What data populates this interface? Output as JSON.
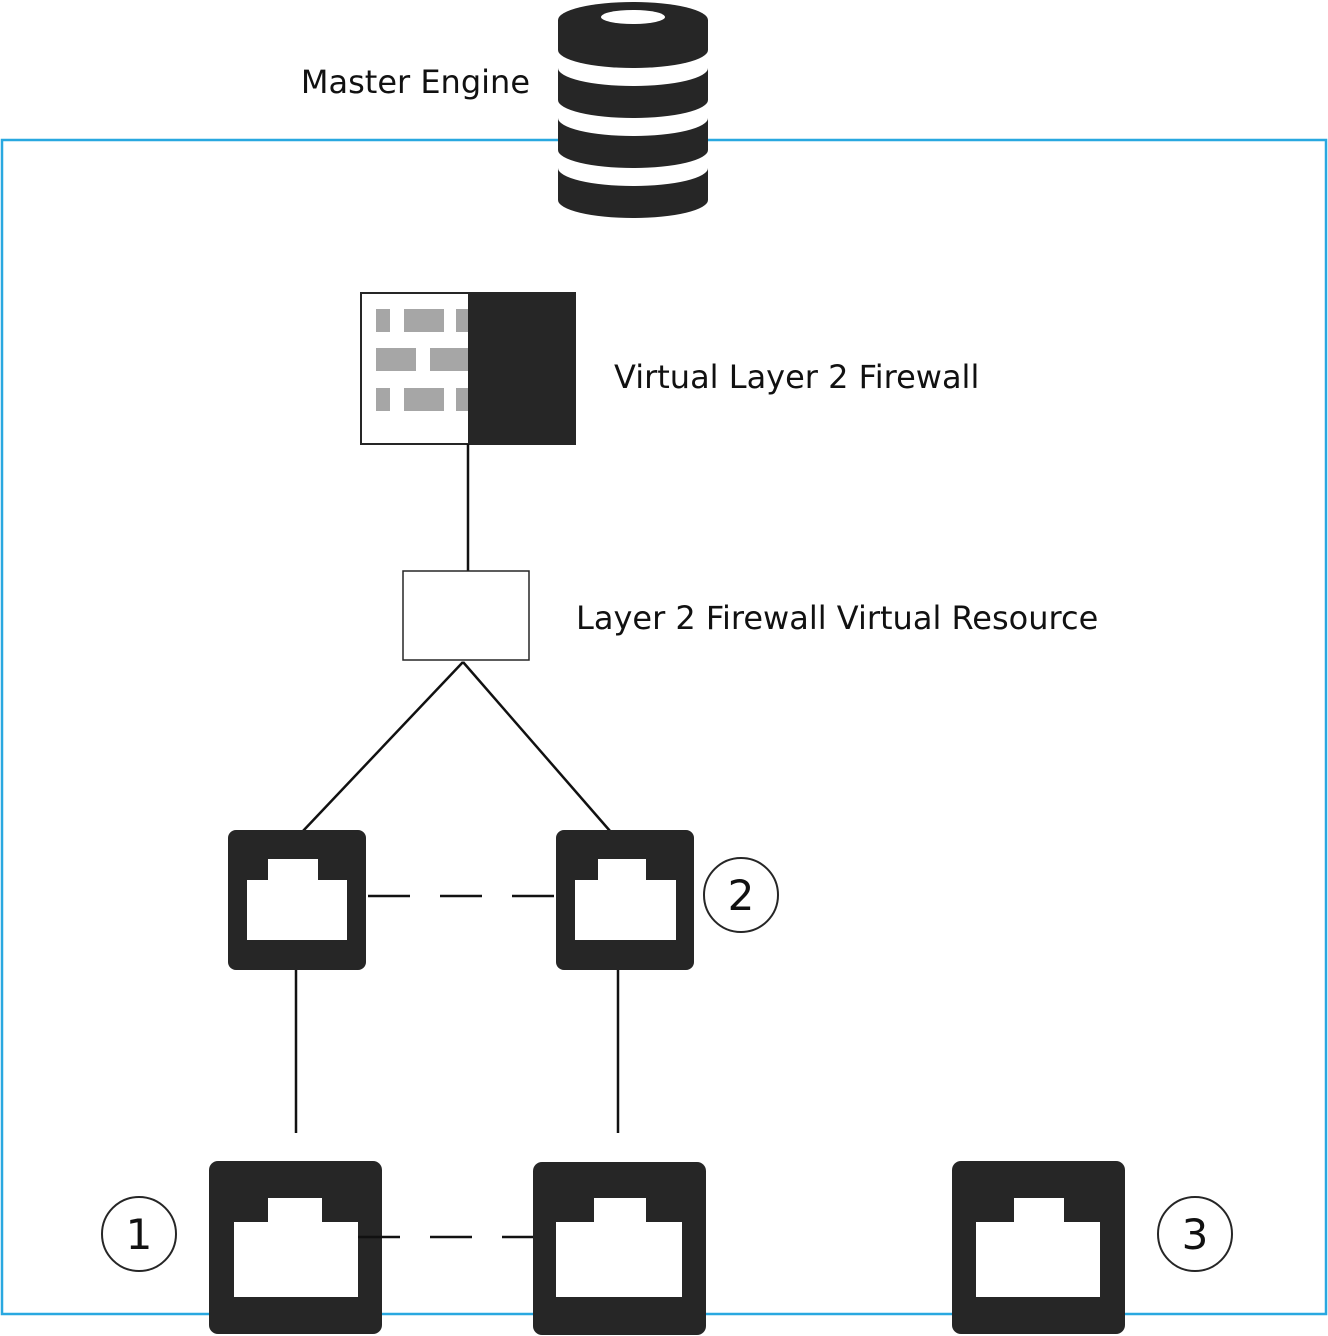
{
  "labels": {
    "master_engine": "Master Engine",
    "virtual_firewall": "Virtual Layer 2 Firewall",
    "virtual_resource": "Layer 2 Firewall Virtual Resource"
  },
  "callouts": {
    "one": "1",
    "two": "2",
    "three": "3"
  },
  "colors": {
    "boundary": "#29a8e0",
    "icon_dark": "#262626",
    "brick": "#a6a6a6"
  },
  "icons": {
    "master_engine": "database-icon",
    "firewall": "firewall-icon",
    "interfaces": "network-port-icon"
  }
}
